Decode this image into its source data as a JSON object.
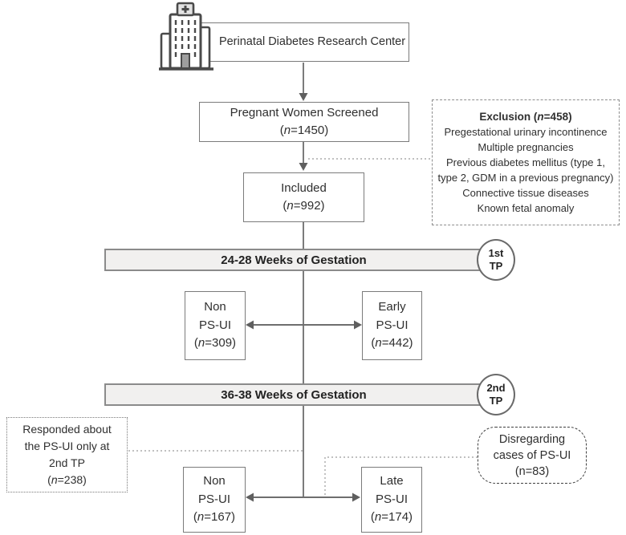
{
  "colors": {
    "box_border": "#7b7b7b",
    "bar_fill": "#f1f0ef",
    "bar_border": "#8b8b8b",
    "solid_line": "#6e6e6e",
    "dotted_line": "#9a9a9a",
    "text": "#2f2f2f"
  },
  "header": {
    "research_center": "Perinatal Diabetes Research Center"
  },
  "nodes": {
    "screened": {
      "title": "Pregnant Women Screened",
      "n_pre": "(",
      "n_char": "n",
      "n_post": "=1450)"
    },
    "included": {
      "title": "Included",
      "n_pre": "(",
      "n_char": "n",
      "n_post": "=992)"
    },
    "non_early": {
      "line1": "Non",
      "line2": "PS-UI",
      "n_pre": "(",
      "n_char": "n",
      "n_post": "=309)"
    },
    "early": {
      "line1": "Early",
      "line2": "PS-UI",
      "n_pre": "(",
      "n_char": "n",
      "n_post": "=442)"
    },
    "non_late": {
      "line1": "Non",
      "line2": "PS-UI",
      "n_pre": "(",
      "n_char": "n",
      "n_post": "=167)"
    },
    "late": {
      "line1": "Late",
      "line2": "PS-UI",
      "n_pre": "(",
      "n_char": "n",
      "n_post": "=174)"
    }
  },
  "timepoints": {
    "tp1": {
      "bar_label": "24-28 Weeks of Gestation",
      "badge_top": "1st",
      "badge_bottom": "TP"
    },
    "tp2": {
      "bar_label": "36-38 Weeks of Gestation",
      "badge_top": "2nd",
      "badge_bottom": "TP"
    }
  },
  "exclusion": {
    "title_pre": "Exclusion (",
    "title_n": "n",
    "title_post": "=458)",
    "lines": [
      "Pregestational urinary incontinence",
      "Multiple pregnancies",
      "Previous diabetes mellitus (type 1, type 2, GDM in a previous pregnancy)",
      "Connective tissue diseases",
      "Known fetal anomaly"
    ]
  },
  "responded": {
    "line1": "Responded about",
    "line2": "the PS-UI only at",
    "line3": "2nd TP",
    "n_pre": "(",
    "n_char": "n",
    "n_post": "=238)"
  },
  "disregarding": {
    "line1": "Disregarding",
    "line2": "cases of PS-UI",
    "line3": "(n=83)"
  }
}
